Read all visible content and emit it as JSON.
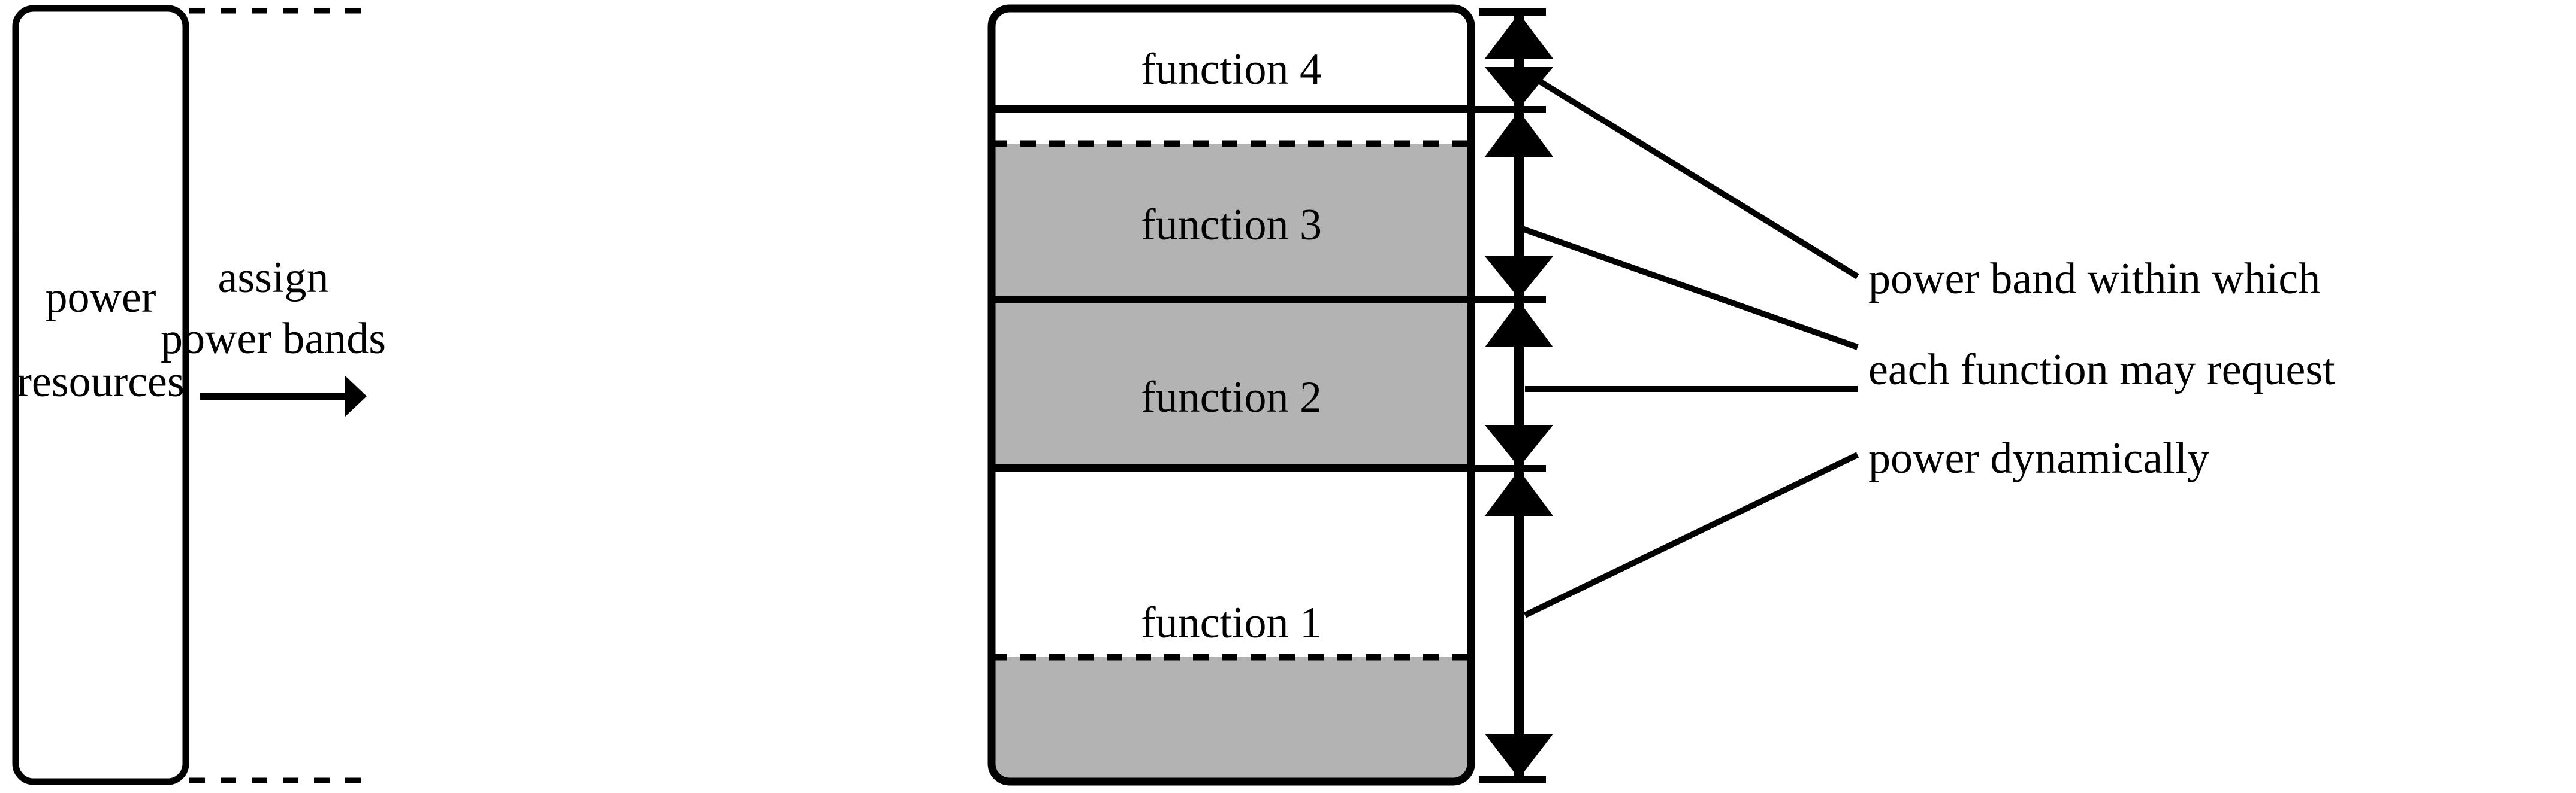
{
  "diagram": {
    "title": "power resources assigned as power bands to functions",
    "colors": {
      "band_fill": "#b3b3b3",
      "stroke": "#000000",
      "background": "#ffffff"
    },
    "source_box": {
      "line1": "power",
      "line2": "resources"
    },
    "flow_arrow": {
      "label_line1": "assign",
      "label_line2": "power bands"
    },
    "function_stack": [
      {
        "name": "function 4",
        "filled": false,
        "fill_fraction": 0.0
      },
      {
        "name": "function 3",
        "filled": true,
        "fill_fraction": 1.0
      },
      {
        "name": "function 2",
        "filled": true,
        "fill_fraction": 1.0
      },
      {
        "name": "function 1",
        "filled": true,
        "fill_fraction": 0.38
      }
    ],
    "annotation": {
      "line1": "power band within which",
      "line2": "each function may request",
      "line3": "power dynamically"
    }
  }
}
